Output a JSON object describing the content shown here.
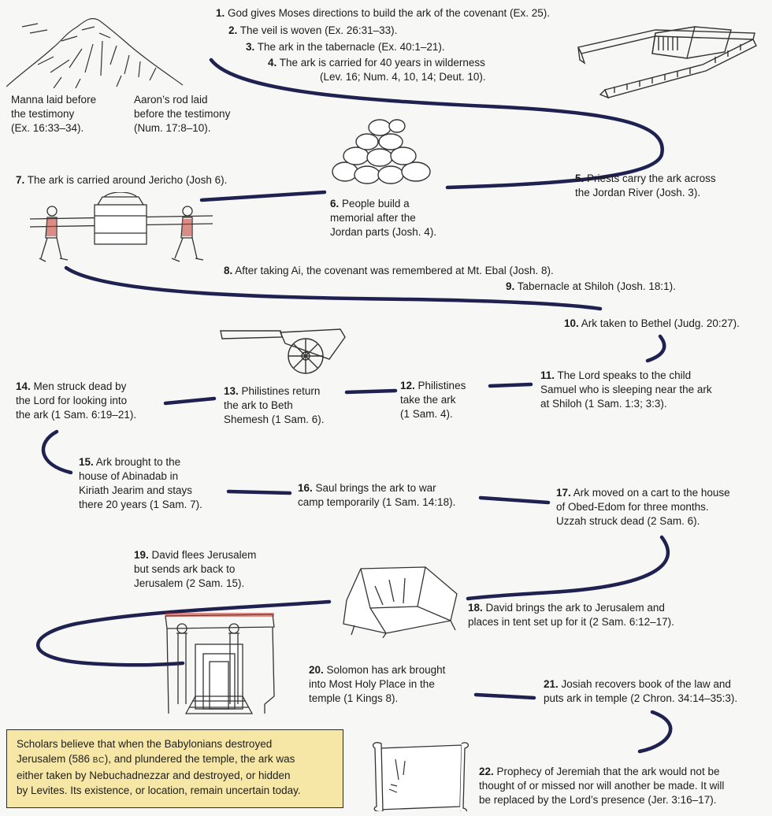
{
  "illustration_captions": {
    "manna": [
      "Manna laid before",
      "the testimony",
      "(Ex. 16:33–34)."
    ],
    "aaron": [
      "Aaron’s rod laid",
      "before the testimony",
      "(Num. 17:8–10)."
    ]
  },
  "events": [
    {
      "num": "1.",
      "lines": [
        "God gives Moses directions to build the ark of the covenant (Ex. 25)."
      ]
    },
    {
      "num": "2.",
      "lines": [
        "The veil is woven (Ex. 26:31–33)."
      ]
    },
    {
      "num": "3.",
      "lines": [
        "The ark in the tabernacle (Ex. 40:1–21)."
      ]
    },
    {
      "num": "4.",
      "lines": [
        "The ark is carried for 40 years in wilderness",
        "(Lev. 16; Num. 4, 10, 14; Deut. 10)."
      ]
    },
    {
      "num": "5.",
      "lines": [
        "Priests carry the ark across",
        "the Jordan River (Josh. 3)."
      ]
    },
    {
      "num": "6.",
      "lines": [
        "People build a",
        "memorial after the",
        "Jordan parts (Josh. 4)."
      ]
    },
    {
      "num": "7.",
      "lines": [
        "The ark is carried around Jericho (Josh 6)."
      ]
    },
    {
      "num": "8.",
      "lines": [
        "After taking Ai, the covenant was remembered at Mt. Ebal (Josh. 8)."
      ]
    },
    {
      "num": "9.",
      "lines": [
        "Tabernacle at Shiloh (Josh. 18:1)."
      ]
    },
    {
      "num": "10.",
      "lines": [
        "Ark taken to Bethel (Judg. 20:27)."
      ]
    },
    {
      "num": "11.",
      "lines": [
        "The Lord speaks to the child",
        "Samuel who is sleeping near the ark",
        "at Shiloh (1 Sam. 1:3; 3:3)."
      ]
    },
    {
      "num": "12.",
      "lines": [
        "Philistines",
        "take the ark",
        "(1 Sam. 4)."
      ]
    },
    {
      "num": "13.",
      "lines": [
        "Philistines return",
        "the ark to Beth",
        "Shemesh (1 Sam. 6)."
      ]
    },
    {
      "num": "14.",
      "lines": [
        "Men struck dead by",
        "the Lord for looking into",
        "the ark (1 Sam. 6:19–21)."
      ]
    },
    {
      "num": "15.",
      "lines": [
        "Ark brought to the",
        "house of Abinadab in",
        "Kiriath Jearim and stays",
        "there 20 years (1 Sam. 7)."
      ]
    },
    {
      "num": "16.",
      "lines": [
        "Saul brings the ark to war",
        "camp temporarily (1 Sam. 14:18)."
      ]
    },
    {
      "num": "17.",
      "lines": [
        "Ark moved on a cart to the house",
        "of Obed-Edom for three months.",
        "Uzzah struck dead (2 Sam. 6)."
      ]
    },
    {
      "num": "18.",
      "lines": [
        "David brings the ark to Jerusalem and",
        "places in tent set up for it (2 Sam. 6:12–17)."
      ]
    },
    {
      "num": "19.",
      "lines": [
        "David flees Jerusalem",
        "but sends ark back to",
        "Jerusalem (2 Sam. 15)."
      ]
    },
    {
      "num": "20.",
      "lines": [
        "Solomon has ark brought",
        "into Most Holy Place in the",
        "temple (1 Kings 8)."
      ]
    },
    {
      "num": "21.",
      "lines": [
        "Josiah recovers book of the law and",
        "puts ark in temple (2 Chron. 34:14–35:3)."
      ]
    },
    {
      "num": "22.",
      "lines": [
        "Prophecy of Jeremiah that the ark would not be",
        "thought of or missed nor will another be made. It will",
        "be replaced by the Lord’s presence (Jer. 3:16–17)."
      ]
    }
  ],
  "note": {
    "line1": "Scholars believe that when the Babylonians destroyed",
    "line2_a": "Jerusalem (586 ",
    "line2_era": "BC",
    "line2_b": "), and plundered the temple, the ark was",
    "line3": "either taken by Nebuchadnezzar and destroyed, or hidden",
    "line4": "by Levites. Its existence, or location, remain uncertain today."
  },
  "colors": {
    "path": "#1f2150",
    "note_bg": "#f6e7a6",
    "text": "#1c1c1c"
  }
}
